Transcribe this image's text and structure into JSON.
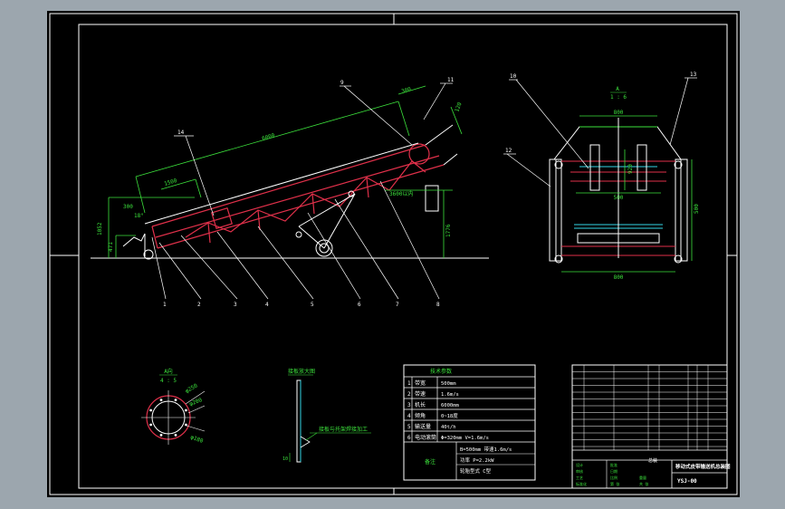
{
  "viewer": {
    "background_color": "#9ca6ae",
    "sheet_color": "#000000",
    "line_color": "#ffffff",
    "conveyor_color": "#e0304a",
    "dimension_color": "#3ce23c",
    "cyan_color": "#33d6e6"
  },
  "main_view": {
    "callouts": [
      "1",
      "2",
      "3",
      "4",
      "5",
      "6",
      "7",
      "8",
      "9",
      "11",
      "14"
    ],
    "dims": {
      "length": "6000",
      "belt_run": "1500",
      "head_drop": "300",
      "height_left": "1052",
      "height_left2": "471",
      "height_right": "1776",
      "angle_left": "18°",
      "dim_top": "300",
      "dim_head": "120",
      "tag_mid": "3600以内"
    }
  },
  "section_view": {
    "title_num": "A",
    "title_scale": "1 : 6",
    "callouts": [
      "10",
      "12",
      "13"
    ],
    "dims": {
      "top": "800",
      "inner": "500",
      "height": "500",
      "side": "920",
      "bottom": "800"
    }
  },
  "detail_a": {
    "title": "A向",
    "scale": "4 : 5",
    "dims": [
      "φ250",
      "φ200",
      "φ180"
    ]
  },
  "detail_b": {
    "title": "接板放大图",
    "note": "接板与托架焊接加工",
    "dim": "10"
  },
  "params_table": {
    "title": "技术参数",
    "rows": [
      {
        "no": "1",
        "name": "带宽",
        "value": "500mm"
      },
      {
        "no": "2",
        "name": "带速",
        "value": "1.6m/s"
      },
      {
        "no": "3",
        "name": "机长",
        "value": "6000mm"
      },
      {
        "no": "4",
        "name": "倾角",
        "value": "0~18度"
      },
      {
        "no": "5",
        "name": "输送量",
        "value": "40t/h"
      },
      {
        "no": "6",
        "name": "电动滚筒",
        "value": "Φ=320mm V=1.6m/s"
      }
    ],
    "footer_label": "备注",
    "footer_lines": [
      "B=500mm 带速1.6m/s",
      "功率 P=2.2kW",
      "轮胎型式 C型"
    ]
  },
  "title_block": {
    "drawing_title": "移动式皮带输送机总装图",
    "drawing_no": "YSJ-00",
    "subtitle": "总装",
    "mini_labels": [
      "设计",
      "审核",
      "工艺",
      "标准化",
      "批准",
      "日期",
      "比例",
      "重量",
      "共 张",
      "第 张"
    ]
  }
}
